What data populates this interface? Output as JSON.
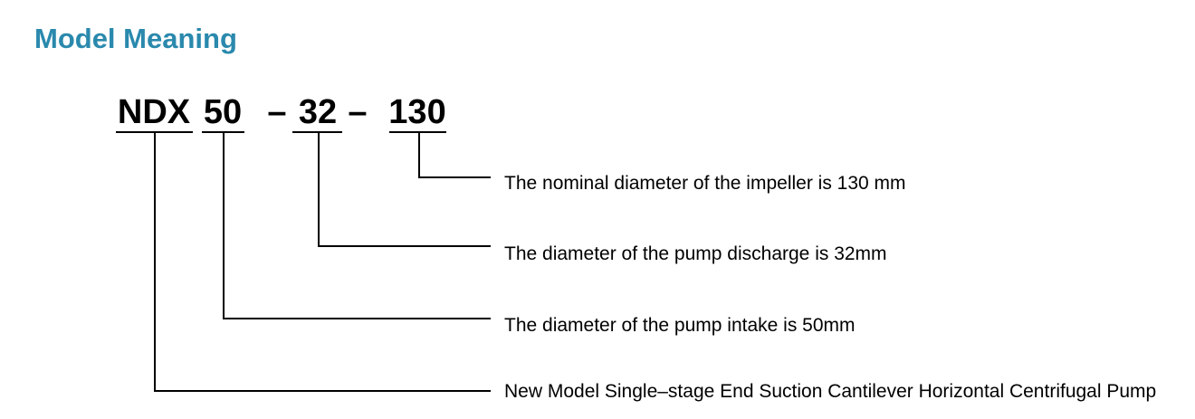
{
  "title": "Model Meaning",
  "model_code": {
    "segments": [
      "NDX",
      "50",
      "32",
      "130"
    ],
    "separator": "–"
  },
  "annotations": [
    "The nominal diameter of the impeller is 130 mm",
    "The diameter of the pump discharge is 32mm",
    "The diameter of the pump intake is 50mm",
    "New Model Single–stage End Suction Cantilever Horizontal Centrifugal Pump"
  ],
  "colors": {
    "title": "#2a89ad",
    "text": "#000000",
    "line": "#000000",
    "background": "#ffffff"
  }
}
